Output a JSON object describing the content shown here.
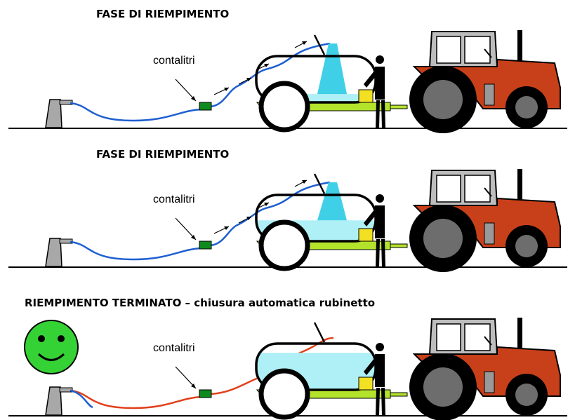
{
  "panels": [
    {
      "title": "FASE DI RIEMPIMENTO",
      "meter_label": "contalitri",
      "state": "filling-start",
      "water_level": 0.18,
      "hose_color": "#1e5fd0",
      "show_flow_arrows": true,
      "show_water_jet": true,
      "smiley": false
    },
    {
      "title": "FASE DI RIEMPIMENTO",
      "meter_label": "contalitri",
      "state": "filling-mid",
      "water_level": 0.45,
      "hose_color": "#1e5fd0",
      "show_flow_arrows": true,
      "show_water_jet": true,
      "smiley": false
    },
    {
      "title": "RIEMPIMENTO TERMINATO – chiusura automatica rubinetto",
      "meter_label": "contalitri",
      "state": "filling-complete",
      "water_level": 0.8,
      "hose_color": "#e0401a",
      "show_flow_arrows": false,
      "show_water_jet": false,
      "smiley": true
    }
  ],
  "colors": {
    "water": "#aef0f5",
    "water_jet": "#3fd0e8",
    "hose_blue": "#1e5fd0",
    "hose_red": "#e0401a",
    "meter": "#0e8a1e",
    "trailer": "#b4e32c",
    "tractor_body": "#c8401a",
    "cab": "#bdbdbd",
    "wheel": "#6d6d6d",
    "smiley_face": "#35d235",
    "valve": "#f2e022"
  }
}
